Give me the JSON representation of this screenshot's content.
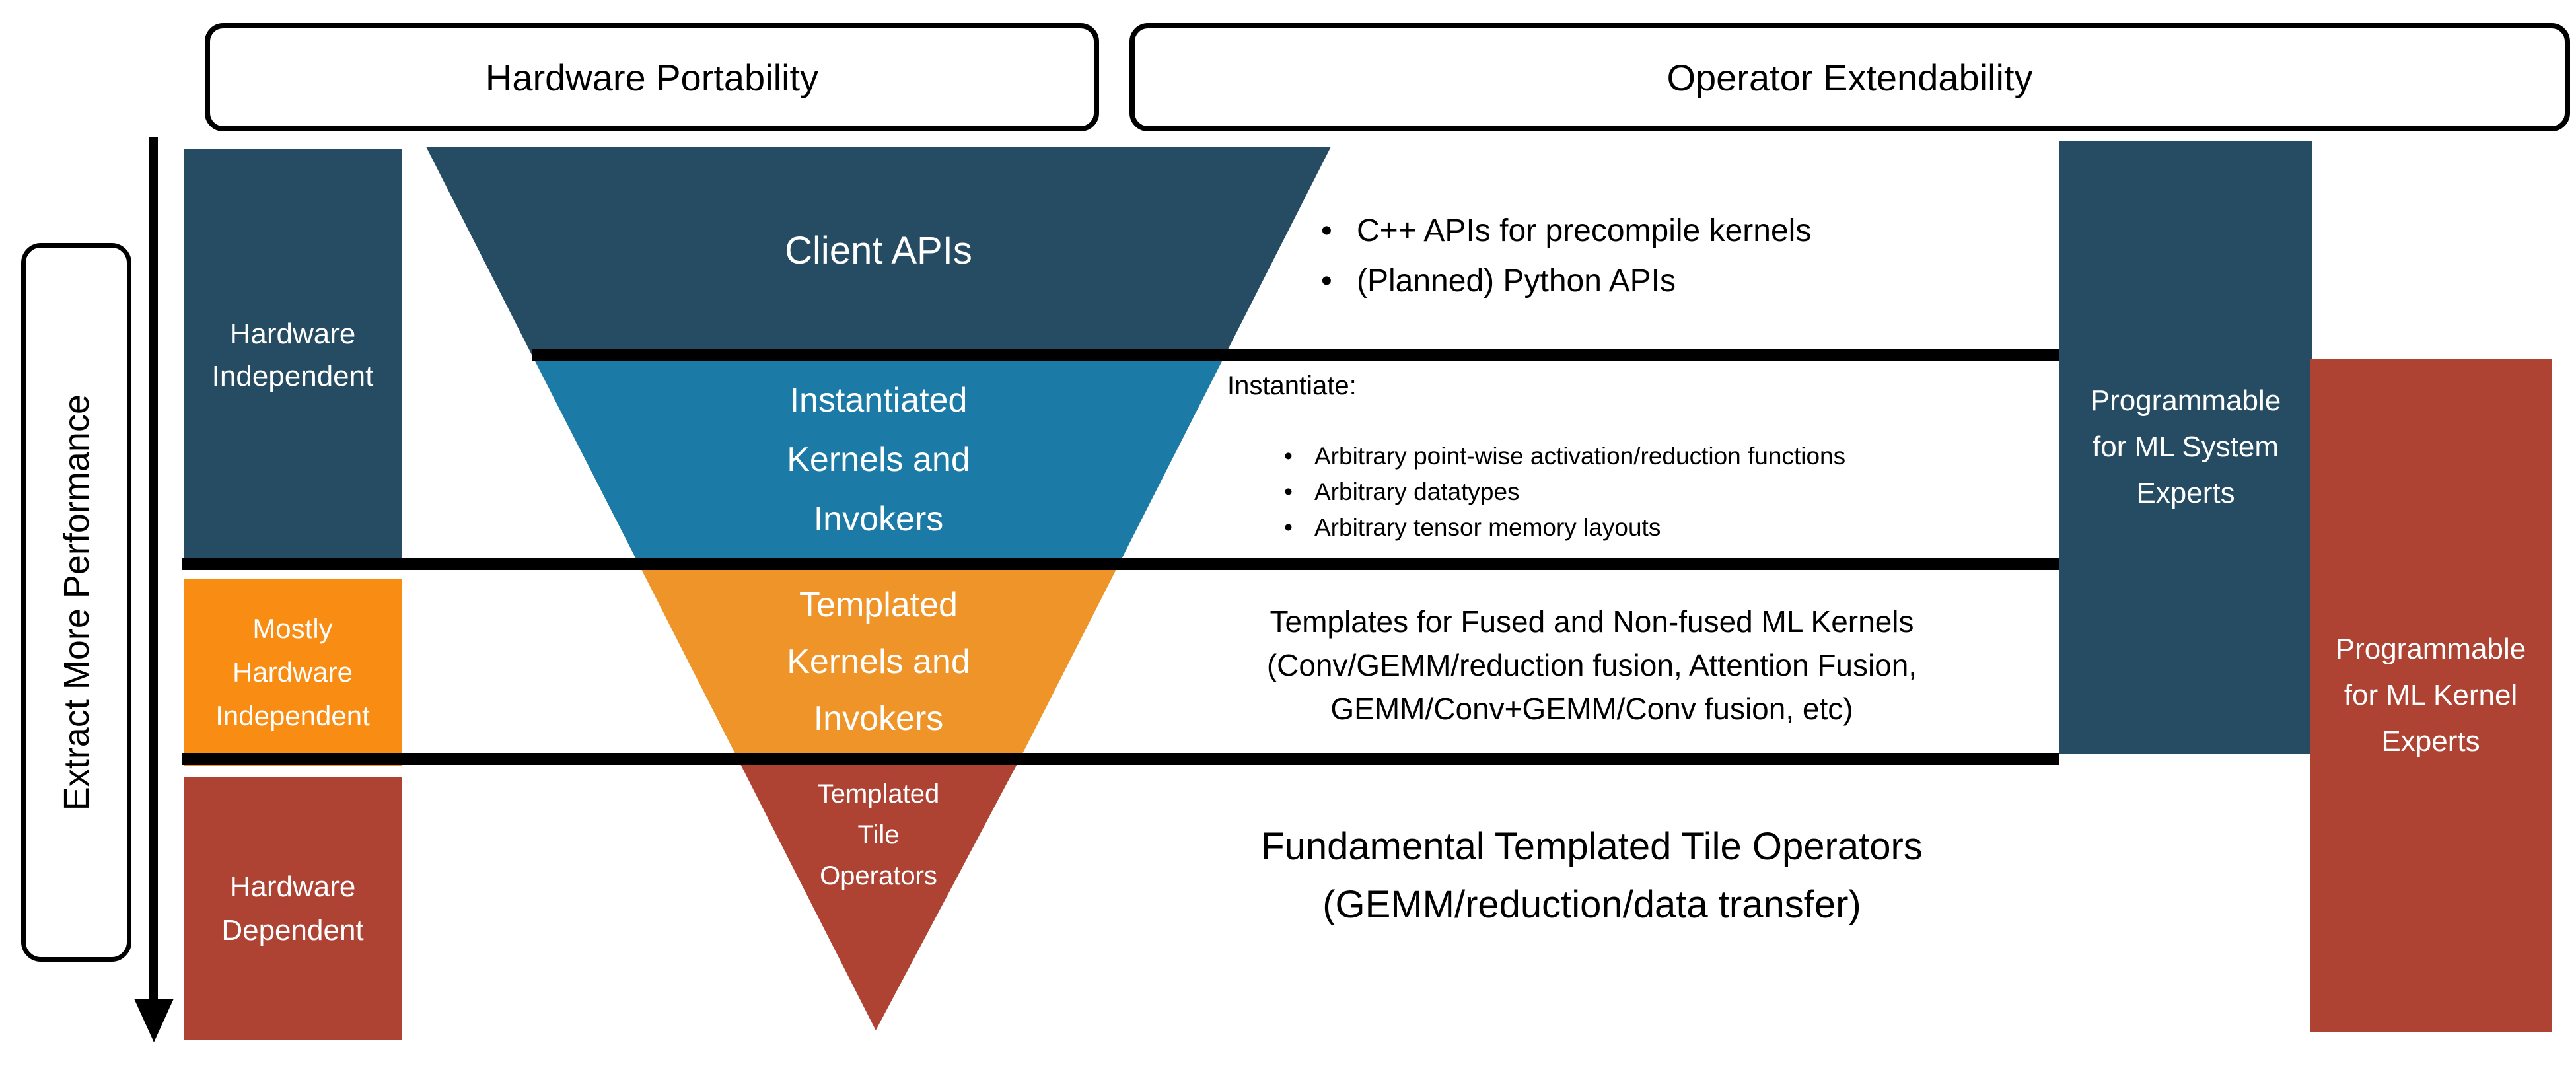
{
  "header": {
    "left_box": "Hardware Portability",
    "right_box": "Operator Extendability"
  },
  "left_axis": {
    "label": "Extract More Performance",
    "arrow_icon": "arrow-down"
  },
  "left_column": {
    "hardware_independent": {
      "lines": [
        "Hardware",
        "Independent"
      ]
    },
    "mostly_hardware_independent": {
      "lines": [
        "Mostly",
        "Hardware",
        "Independent"
      ]
    },
    "hardware_dependent": {
      "lines": [
        "Hardware",
        "Dependent"
      ]
    }
  },
  "funnel": {
    "client_apis": {
      "lines": [
        "Client APIs"
      ]
    },
    "instantiated_kernels": {
      "lines": [
        "Instantiated",
        "Kernels and",
        "Invokers"
      ]
    },
    "templated_kernels": {
      "lines": [
        "Templated",
        "Kernels and",
        "Invokers"
      ]
    },
    "templated_tile_operators": {
      "lines": [
        "Templated",
        "Tile",
        "Operators"
      ]
    }
  },
  "annotations": {
    "client_api_bullets": [
      "C++ APIs for precompile kernels",
      "(Planned) Python APIs"
    ],
    "instantiate": {
      "heading": "Instantiate:",
      "items": [
        "Arbitrary point-wise activation/reduction functions",
        "Arbitrary datatypes",
        "Arbitrary tensor memory layouts"
      ]
    },
    "templates": {
      "lines": [
        "Templates for Fused and Non-fused ML Kernels",
        "(Conv/GEMM/reduction fusion, Attention Fusion,",
        "GEMM/Conv+GEMM/Conv fusion, etc)"
      ]
    },
    "fundamental": {
      "lines": [
        "Fundamental Templated Tile Operators",
        "(GEMM/reduction/data transfer)"
      ]
    }
  },
  "right_column": {
    "ml_system": {
      "lines": [
        "Programmable",
        "for ML System",
        "Experts"
      ]
    },
    "ml_kernel": {
      "lines": [
        "Programmable",
        "for ML Kernel",
        "Experts"
      ]
    }
  },
  "colors": {
    "dark_blue": "#264C63",
    "teal": "#1B7AA6",
    "orange_bright": "#F98C13",
    "orange_funnel": "#EE9428",
    "brick_red": "#AE4233",
    "line_black": "#000000",
    "text_white": "#FFFFFF",
    "background": "#FFFFFF"
  },
  "glyphs": {
    "bullet": "•"
  }
}
